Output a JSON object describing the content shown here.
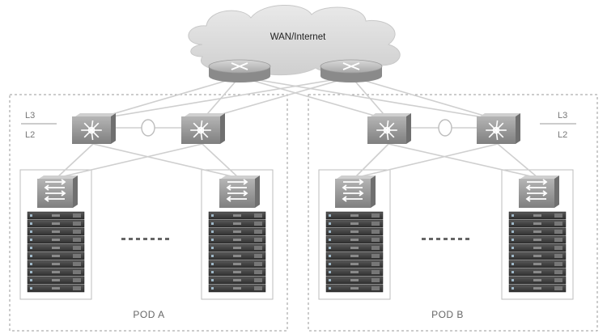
{
  "cloud": {
    "label": "WAN/Internet"
  },
  "layers": {
    "upper": "L3",
    "lower": "L2"
  },
  "pods": [
    {
      "label": "POD A"
    },
    {
      "label": "POD B"
    }
  ],
  "legend_icons": {
    "router": "router-icon",
    "aggregation_switch": "multilayer-switch-icon",
    "tor_switch": "tor-switch-icon",
    "server": "server-rack-icon"
  },
  "colors": {
    "device_dark": "#8e8e8e",
    "device_light": "#c4c4c4",
    "cloud": "#dcdcdc",
    "link": "#cfcfcf",
    "pod_border": "#9a9a9a"
  }
}
